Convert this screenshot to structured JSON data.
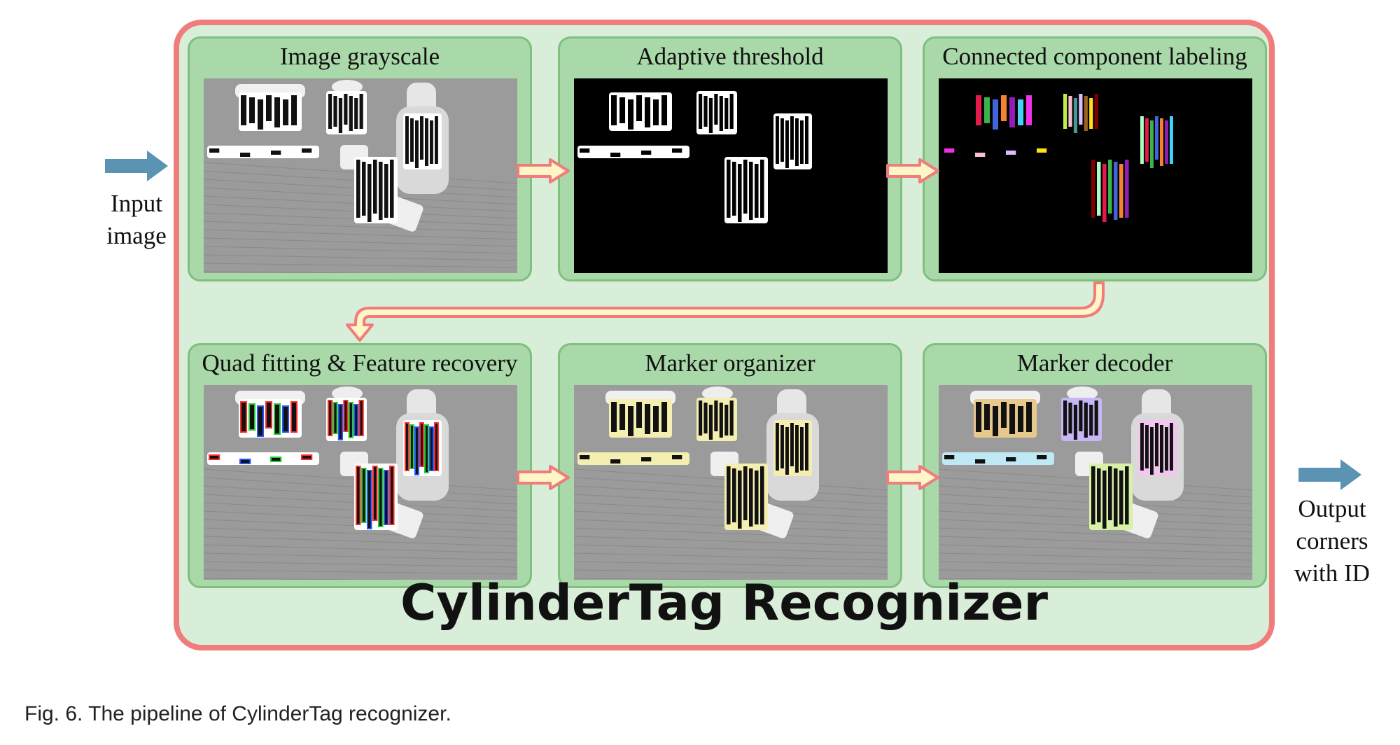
{
  "input_label": [
    "Input",
    "image"
  ],
  "output_label": [
    "Output",
    "corners",
    "with ID"
  ],
  "main_title": "CylinderTag Recognizer",
  "caption": "Fig. 6. The pipeline of CylinderTag recognizer.",
  "stages": [
    {
      "title": "Image grayscale",
      "style": "grayscale"
    },
    {
      "title": "Adaptive threshold",
      "style": "binary"
    },
    {
      "title": "Connected component labeling",
      "style": "labeled"
    },
    {
      "title": "Quad fitting & Feature recovery",
      "style": "quads"
    },
    {
      "title": "Marker organizer",
      "style": "organized"
    },
    {
      "title": "Marker decoder",
      "style": "decoded"
    }
  ],
  "colors": {
    "outer_border": "#f07c7c",
    "outer_fill": "#d9eed9",
    "panel_fill": "#a9d8a9",
    "io_arrow": "#5b93b3",
    "flow_arrow_outline": "#f07c7c",
    "flow_arrow_fill": "#fff6c8"
  }
}
